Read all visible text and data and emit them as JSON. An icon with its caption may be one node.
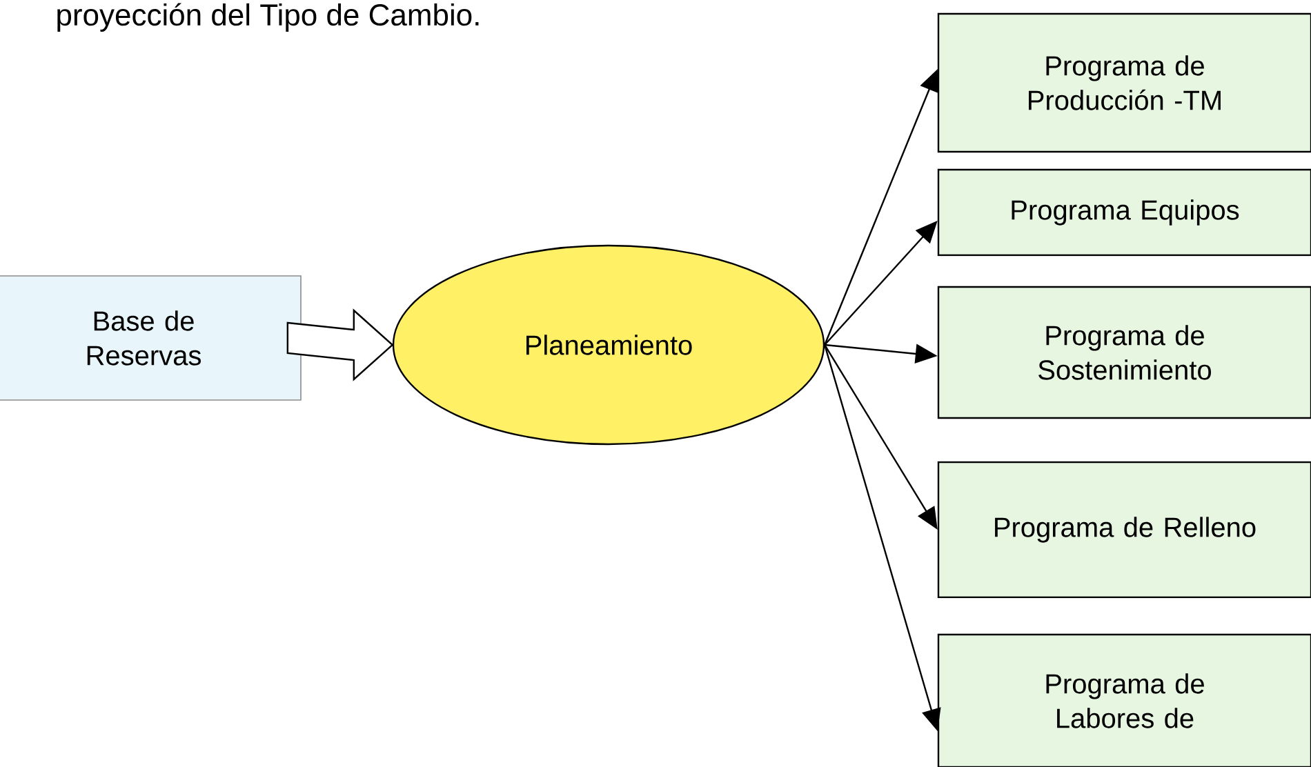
{
  "diagram": {
    "nodes": [
      {
        "text": [
          "Base de Reservas"
        ]
      },
      {
        "text": [
          "Planeamiento"
        ]
      },
      {
        "text": [
          "Programa de Producción -TM"
        ]
      },
      {
        "text": [
          "Programa Equipos"
        ]
      },
      {
        "text": [
          "Programa de Sostenimiento"
        ]
      },
      {
        "text": [
          "Programa de Relleno"
        ]
      },
      {
        "text": [
          "Programa de Labores de"
        ]
      }
    ],
    "edges": [
      {
        "from": 0,
        "to": 1,
        "arrow": "to",
        "style": "thick"
      },
      {
        "from": 1,
        "to": 2,
        "arrow": "to"
      },
      {
        "from": 1,
        "to": 3,
        "arrow": "to"
      },
      {
        "from": 1,
        "to": 4,
        "arrow": "to"
      },
      {
        "from": 1,
        "to": 5,
        "arrow": "to"
      },
      {
        "from": 1,
        "to": 6,
        "arrow": "to"
      }
    ],
    "labels": [
      "proyección del Tipo de Cambio."
    ]
  }
}
